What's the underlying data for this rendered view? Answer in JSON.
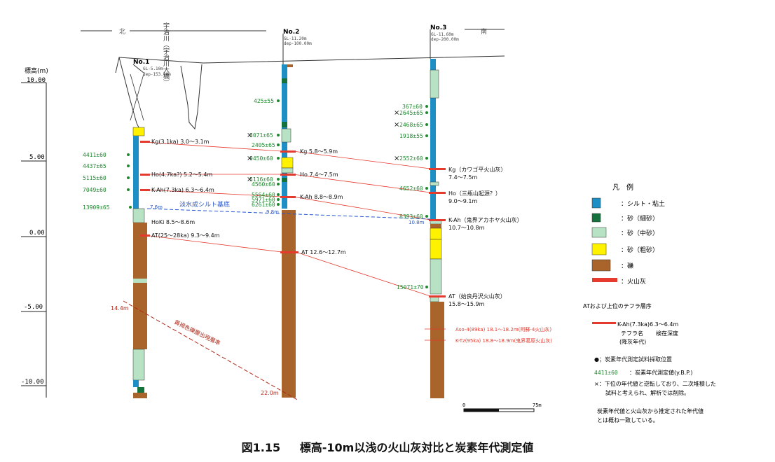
{
  "direction": {
    "north": "北",
    "south": "南"
  },
  "bridge_label": "宇治川（宇治川大橋）",
  "axis": {
    "title": "標高(m)",
    "ticks": [
      "10.00",
      "5.00",
      "0.00",
      "-5.00",
      "-10.00"
    ]
  },
  "boreholes": [
    {
      "name": "No.1",
      "gl": "GL-5.10m",
      "dep": "dep-153.00m"
    },
    {
      "name": "No.2",
      "gl": "GL-11.20m",
      "dep": "dep-100.00m"
    },
    {
      "name": "No.3",
      "gl": "GL-11.60m",
      "dep": "dep-200.00m"
    }
  ],
  "no1": {
    "tephra": [
      "Kg(3.1ka) 3.0〜3.1m",
      "Ho(4.7ka?) 5.2〜5.4m",
      "K-Ah(7.3ka) 6.3〜6.4m",
      "HoKi 8.5〜8.6m",
      "AT(25〜28ka) 9.3〜9.4m"
    ],
    "dates": [
      "4411±60",
      "4437±65",
      "5115±60",
      "7049±60",
      "13909±65"
    ],
    "marine_depth": "7.6m",
    "marine_label": "淡水成シルト基底",
    "depth_14": "14.4m",
    "brown_label": "黄褐色礫層出現層準"
  },
  "no2": {
    "tephra": [
      "Kg 5.8〜5.9m",
      "Ho 7.4〜7.5m",
      "K-Ah 8.8〜8.9m",
      "AT 12.6〜12.7m"
    ],
    "dates": [
      "425±55",
      "3071±65",
      "2405±65",
      "9450±60",
      "5116±60",
      "4560±60",
      "5564±60",
      "5971±60",
      "6261±60"
    ],
    "depth_top": "9.8m",
    "depth_bottom": "22.0m"
  },
  "no3": {
    "tephra_name": [
      "Kg（カワゴ平火山灰）",
      "Ho（三瓶山起源？）",
      "K-Ah（鬼界アカホヤ火山灰）",
      "AT（始良丹沢火山灰）"
    ],
    "tephra_depth": [
      "7.4〜7.5m",
      "9.0〜9.1m",
      "10.7〜10.8m",
      "15.8〜15.9m"
    ],
    "dates": [
      "367±60",
      "2645±65",
      "2468±65",
      "1918±55",
      "2552±60",
      "4652±60",
      "8393±60",
      "15071±70"
    ],
    "depth_top": "10.8m",
    "extra_tephra": [
      "Aso-4(89ka) 18.1〜18.2m(阿蘇-4火山灰)",
      "K-Tz(95ka) 18.8〜18.9m(鬼界葛原火山灰)"
    ]
  },
  "legend": {
    "title": "凡　例",
    "items": [
      {
        "label": "：シルト・粘土",
        "color": "#1e8fc4"
      },
      {
        "label": "：砂（細砂）",
        "color": "#16723c"
      },
      {
        "label": "：砂（中砂）",
        "color": "#b7e3c4"
      },
      {
        "label": "：砂（粗砂）",
        "color": "#fff200"
      },
      {
        "label": "：礫",
        "color": "#a8642a"
      },
      {
        "label": "：火山灰",
        "color": "#e53a2e"
      }
    ],
    "tephra_heading": "ATおよび上位のテフラ層序",
    "tephra_example": "K-Ah(7.3ka)6.3〜6.4m",
    "tephra_example_name": "テフラ名",
    "tephra_example_depth": "検在深度",
    "tephra_example_age": "(降灰年代)",
    "dot_note": "●；炭素年代測定試料採取位置",
    "date_example": "4411±60",
    "date_note": "：炭素年代測定値(y.B.P.)",
    "cross_note_1": "×：下位の年代値と逆転しており、二次堆積した",
    "cross_note_2": "試料と考えられ、解析では削除。",
    "summary_1": "炭素年代値と火山灰から推定された年代値",
    "summary_2": "とは概ね一致している。"
  },
  "scale": {
    "zero": "0",
    "max": "75m"
  },
  "caption": {
    "number": "図1.15",
    "title": "標高-10m以浅の火山灰対比と炭素年代測定値"
  }
}
